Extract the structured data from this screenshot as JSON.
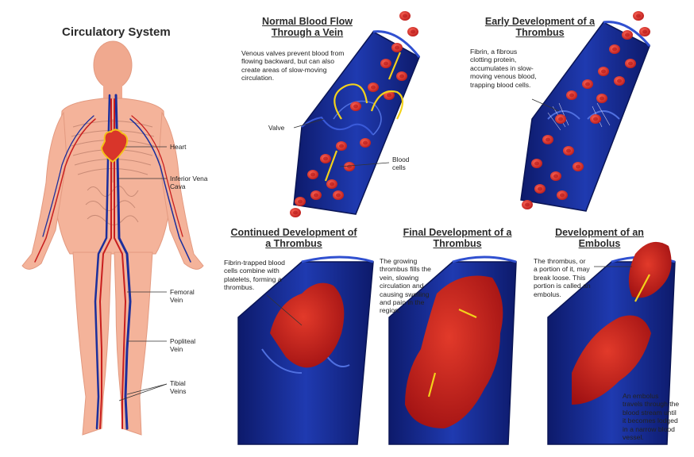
{
  "main_title": "Circulatory System",
  "body_labels": {
    "heart": "Heart",
    "ivc": "Inferior Vena Cava",
    "femoral": "Femoral Vein",
    "popliteal": "Popliteal Vein",
    "tibial": "Tibial Veins"
  },
  "panels": {
    "normal": {
      "title": "Normal Blood Flow Through a Vein",
      "description": "Venous valves prevent blood from flowing backward, but can also create areas of slow-moving circulation.",
      "valve_label": "Valve",
      "cells_label": "Blood cells"
    },
    "early": {
      "title": "Early Development of a Thrombus",
      "description": "Fibrin, a fibrous clotting protein, accumulates in slow-moving venous blood, trapping blood cells."
    },
    "continued": {
      "title": "Continued Development of a Thrombus",
      "description": "Fibrin-trapped blood cells combine with platelets, forming a thrombus."
    },
    "final": {
      "title": "Final Development of a Thrombus",
      "description": "The growing thrombus fills the vein, slowing circulation and causing swelling and pain in the region."
    },
    "embolus": {
      "title": "Development of an Embolus",
      "description": "The thrombus, or a portion of it, may break loose. This portion is called an embolus.",
      "travel_note": "An embolus travels through the blood stream until it becomes lodged in a narrow blood vessel."
    }
  },
  "colors": {
    "vein_blue": "#1b2f9c",
    "vein_dark": "#0d1a6b",
    "blood_red": "#d41f1f",
    "clot_red": "#c0161a",
    "skin": "#f4b39a",
    "arrow_yellow": "#f3d21b"
  }
}
